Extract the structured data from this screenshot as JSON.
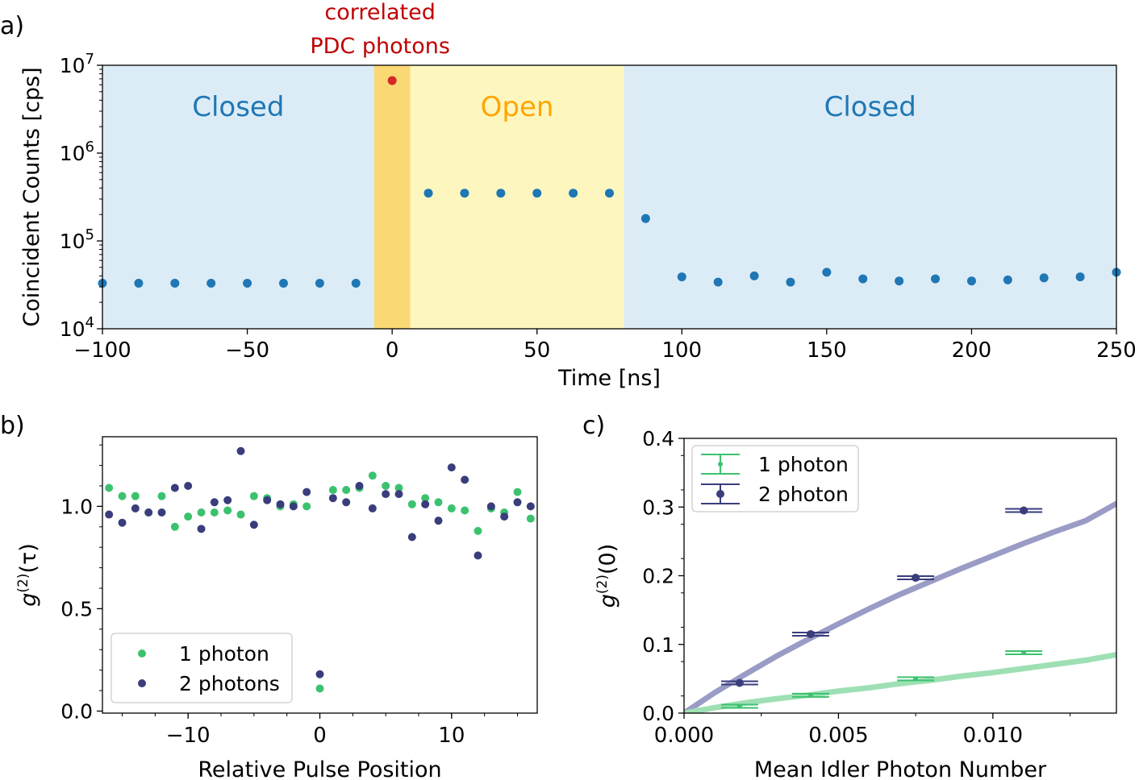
{
  "colors": {
    "closed_bg": "#dcecf7",
    "open_bg": "#fdf7bf",
    "pdc_bg": "#fad874",
    "blue_points": "#1f77b4",
    "pdc_point": "#d62728",
    "closed_text": "#1f77b4",
    "open_text": "#ffa500",
    "annotation_text": "#c00000",
    "green": "#3cc26f",
    "navy": "#3a3d7c",
    "fit_navy": "#9a9cc6",
    "fit_green": "#9ee0b4"
  },
  "chart_data": [
    {
      "panel_label": "a)",
      "type": "scatter",
      "xlabel": "Time [ns]",
      "ylabel": "Coincident Counts [cps]",
      "xlim": [
        -100,
        250
      ],
      "ylim": [
        10000,
        10000000
      ],
      "yscale": "log",
      "xticks": [
        -100,
        -50,
        0,
        50,
        100,
        150,
        200,
        250
      ],
      "xtick_labels": [
        "−100",
        "−50",
        "0",
        "50",
        "100",
        "150",
        "200",
        "250"
      ],
      "ytick_values": [
        10000,
        100000,
        1000000,
        10000000
      ],
      "ytick_bases": [
        "10",
        "10",
        "10",
        "10"
      ],
      "ytick_exps": [
        "4",
        "5",
        "6",
        "7"
      ],
      "regions": [
        {
          "label": "Closed",
          "from": -100,
          "to": -6.25,
          "kind": "closed"
        },
        {
          "label": "",
          "from": -6.25,
          "to": 6.25,
          "kind": "pdc"
        },
        {
          "label": "Open",
          "from": 6.25,
          "to": 80,
          "kind": "open"
        },
        {
          "label": "Closed",
          "from": 80,
          "to": 250,
          "kind": "closed"
        }
      ],
      "annotation": [
        "correlated",
        "PDC photons"
      ],
      "series": [
        {
          "x": [
            -100,
            -87.5,
            -75,
            -62.5,
            -50,
            -37.5,
            -25,
            -12.5,
            12.5,
            25,
            37.5,
            50,
            62.5,
            75,
            87.5,
            100,
            112.5,
            125,
            137.5,
            150,
            162.5,
            175,
            187.5,
            200,
            212.5,
            225,
            237.5,
            250
          ],
          "y": [
            33000,
            33000,
            33000,
            33000,
            33000,
            33000,
            33000,
            33000,
            350000,
            350000,
            350000,
            350000,
            350000,
            350000,
            180000,
            39000,
            34000,
            40000,
            34000,
            44000,
            37000,
            35000,
            37000,
            35000,
            36000,
            38000,
            39000,
            44000
          ],
          "color": "blue_points"
        },
        {
          "x": [
            0
          ],
          "y": [
            6700000
          ],
          "color": "pdc_point"
        }
      ]
    },
    {
      "panel_label": "b)",
      "type": "scatter",
      "xlabel": "Relative Pulse Position",
      "ylabel_main": "g",
      "ylabel_sup": "(2)",
      "ylabel_arg": "(τ)",
      "xlim": [
        -16.5,
        16.5
      ],
      "ylim": [
        -0.01,
        1.34
      ],
      "xticks": [
        -10,
        0,
        10
      ],
      "xtick_labels": [
        "−10",
        "0",
        "10"
      ],
      "yticks": [
        0.0,
        0.5,
        1.0
      ],
      "ytick_labels": [
        "0.0",
        "0.5",
        "1.0"
      ],
      "legend_position": "lower-left",
      "series": [
        {
          "name": "1 photon",
          "color": "green",
          "x": [
            -16,
            -15,
            -14,
            -13,
            -12,
            -11,
            -10,
            -9,
            -8,
            -7,
            -6,
            -5,
            -4,
            -3,
            -2,
            -1,
            0,
            1,
            2,
            3,
            4,
            5,
            6,
            7,
            8,
            9,
            10,
            11,
            12,
            13,
            14,
            15,
            16
          ],
          "y": [
            1.09,
            1.05,
            1.05,
            0.97,
            1.05,
            0.9,
            0.95,
            0.97,
            0.97,
            0.98,
            0.96,
            1.05,
            1.04,
            1.0,
            1.01,
            1.0,
            0.11,
            1.08,
            1.08,
            1.09,
            1.15,
            1.1,
            1.09,
            1.01,
            1.04,
            1.02,
            0.99,
            0.98,
            0.88,
            0.99,
            0.97,
            1.07,
            0.94
          ]
        },
        {
          "name": "2 photons",
          "color": "navy",
          "x": [
            -16,
            -15,
            -14,
            -13,
            -12,
            -11,
            -10,
            -9,
            -8,
            -7,
            -6,
            -5,
            -4,
            -3,
            -2,
            -1,
            0,
            1,
            2,
            3,
            4,
            5,
            6,
            7,
            8,
            9,
            10,
            11,
            12,
            13,
            14,
            15,
            16
          ],
          "y": [
            0.96,
            0.92,
            0.99,
            0.97,
            0.97,
            1.09,
            1.1,
            0.89,
            1.02,
            1.03,
            1.27,
            0.91,
            1.03,
            1.01,
            1.0,
            1.07,
            0.18,
            1.04,
            1.02,
            1.1,
            0.99,
            1.06,
            1.06,
            0.85,
            1.01,
            0.93,
            1.19,
            1.13,
            0.76,
            1.0,
            0.95,
            1.02,
            1.0
          ]
        }
      ]
    },
    {
      "panel_label": "c)",
      "type": "scatter",
      "xlabel": "Mean Idler Photon Number",
      "ylabel_main": "g",
      "ylabel_sup": "(2)",
      "ylabel_arg": "(0)",
      "xlim": [
        0,
        0.014
      ],
      "ylim": [
        0,
        0.4
      ],
      "xticks": [
        0.0,
        0.005,
        0.01
      ],
      "xtick_labels": [
        "0.000",
        "0.005",
        "0.010"
      ],
      "yticks": [
        0.0,
        0.1,
        0.2,
        0.3,
        0.4
      ],
      "ytick_labels": [
        "0.0",
        "0.1",
        "0.2",
        "0.3",
        "0.4"
      ],
      "legend_position": "top-left",
      "series": [
        {
          "name": "1 photon",
          "color": "green",
          "x": [
            0.0018,
            0.0041,
            0.0075,
            0.011
          ],
          "y": [
            0.01,
            0.026,
            0.05,
            0.088
          ],
          "xerr": [
            0.0006,
            0.0006,
            0.0006,
            0.0006
          ]
        },
        {
          "name": "2 photon",
          "color": "navy",
          "x": [
            0.0018,
            0.0041,
            0.0075,
            0.011
          ],
          "y": [
            0.044,
            0.115,
            0.197,
            0.295
          ],
          "xerr": [
            0.0006,
            0.0006,
            0.0006,
            0.0006
          ]
        }
      ],
      "fits": [
        {
          "color": "fit_navy",
          "x": [
            0,
            0.001,
            0.002,
            0.003,
            0.004,
            0.005,
            0.006,
            0.007,
            0.008,
            0.009,
            0.01,
            0.011,
            0.012,
            0.013,
            0.014
          ],
          "y": [
            0.0,
            0.03,
            0.057,
            0.083,
            0.107,
            0.13,
            0.152,
            0.173,
            0.192,
            0.211,
            0.229,
            0.247,
            0.264,
            0.28,
            0.305
          ]
        },
        {
          "color": "fit_green",
          "x": [
            0,
            0.001,
            0.002,
            0.003,
            0.004,
            0.005,
            0.006,
            0.007,
            0.008,
            0.009,
            0.01,
            0.011,
            0.012,
            0.013,
            0.014
          ],
          "y": [
            0.0,
            0.008,
            0.015,
            0.021,
            0.026,
            0.032,
            0.037,
            0.043,
            0.048,
            0.054,
            0.059,
            0.065,
            0.071,
            0.077,
            0.085
          ]
        }
      ]
    }
  ]
}
